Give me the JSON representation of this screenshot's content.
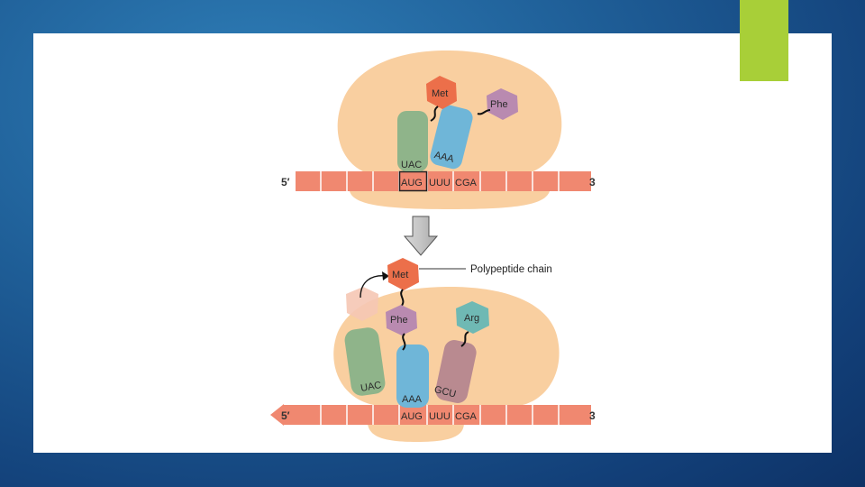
{
  "colors": {
    "background": "#1f5f98",
    "accent": "#a8cf38",
    "ribosome": "#f9cfa0",
    "mrna": "#f08870",
    "met": "#ec6f4a",
    "phe": "#b98ab0",
    "arg": "#6fb9b4",
    "trna_green": "#8fb48a",
    "trna_blue": "#6fb6d8",
    "trna_mauve": "#b98a90"
  },
  "top_panel": {
    "mrna_5_label": "5′",
    "mrna_3_label": "3",
    "codons": [
      "AUG",
      "UUU",
      "CGA"
    ],
    "anticodon_1": "UAC",
    "anticodon_2": "AAA",
    "amino_acid_1": "Met",
    "amino_acid_2": "Phe"
  },
  "transition_arrow": "down-arrow",
  "bottom_panel": {
    "mrna_5_label": "5′",
    "mrna_3_label": "3",
    "codons": [
      "AUG",
      "UUU",
      "CGA"
    ],
    "anticodon_1": "UAC",
    "anticodon_2": "AAA",
    "anticodon_3": "GCU",
    "amino_acid_1": "Met",
    "amino_acid_2": "Phe",
    "amino_acid_3": "Arg",
    "polypeptide_label": "Polypeptide chain"
  }
}
